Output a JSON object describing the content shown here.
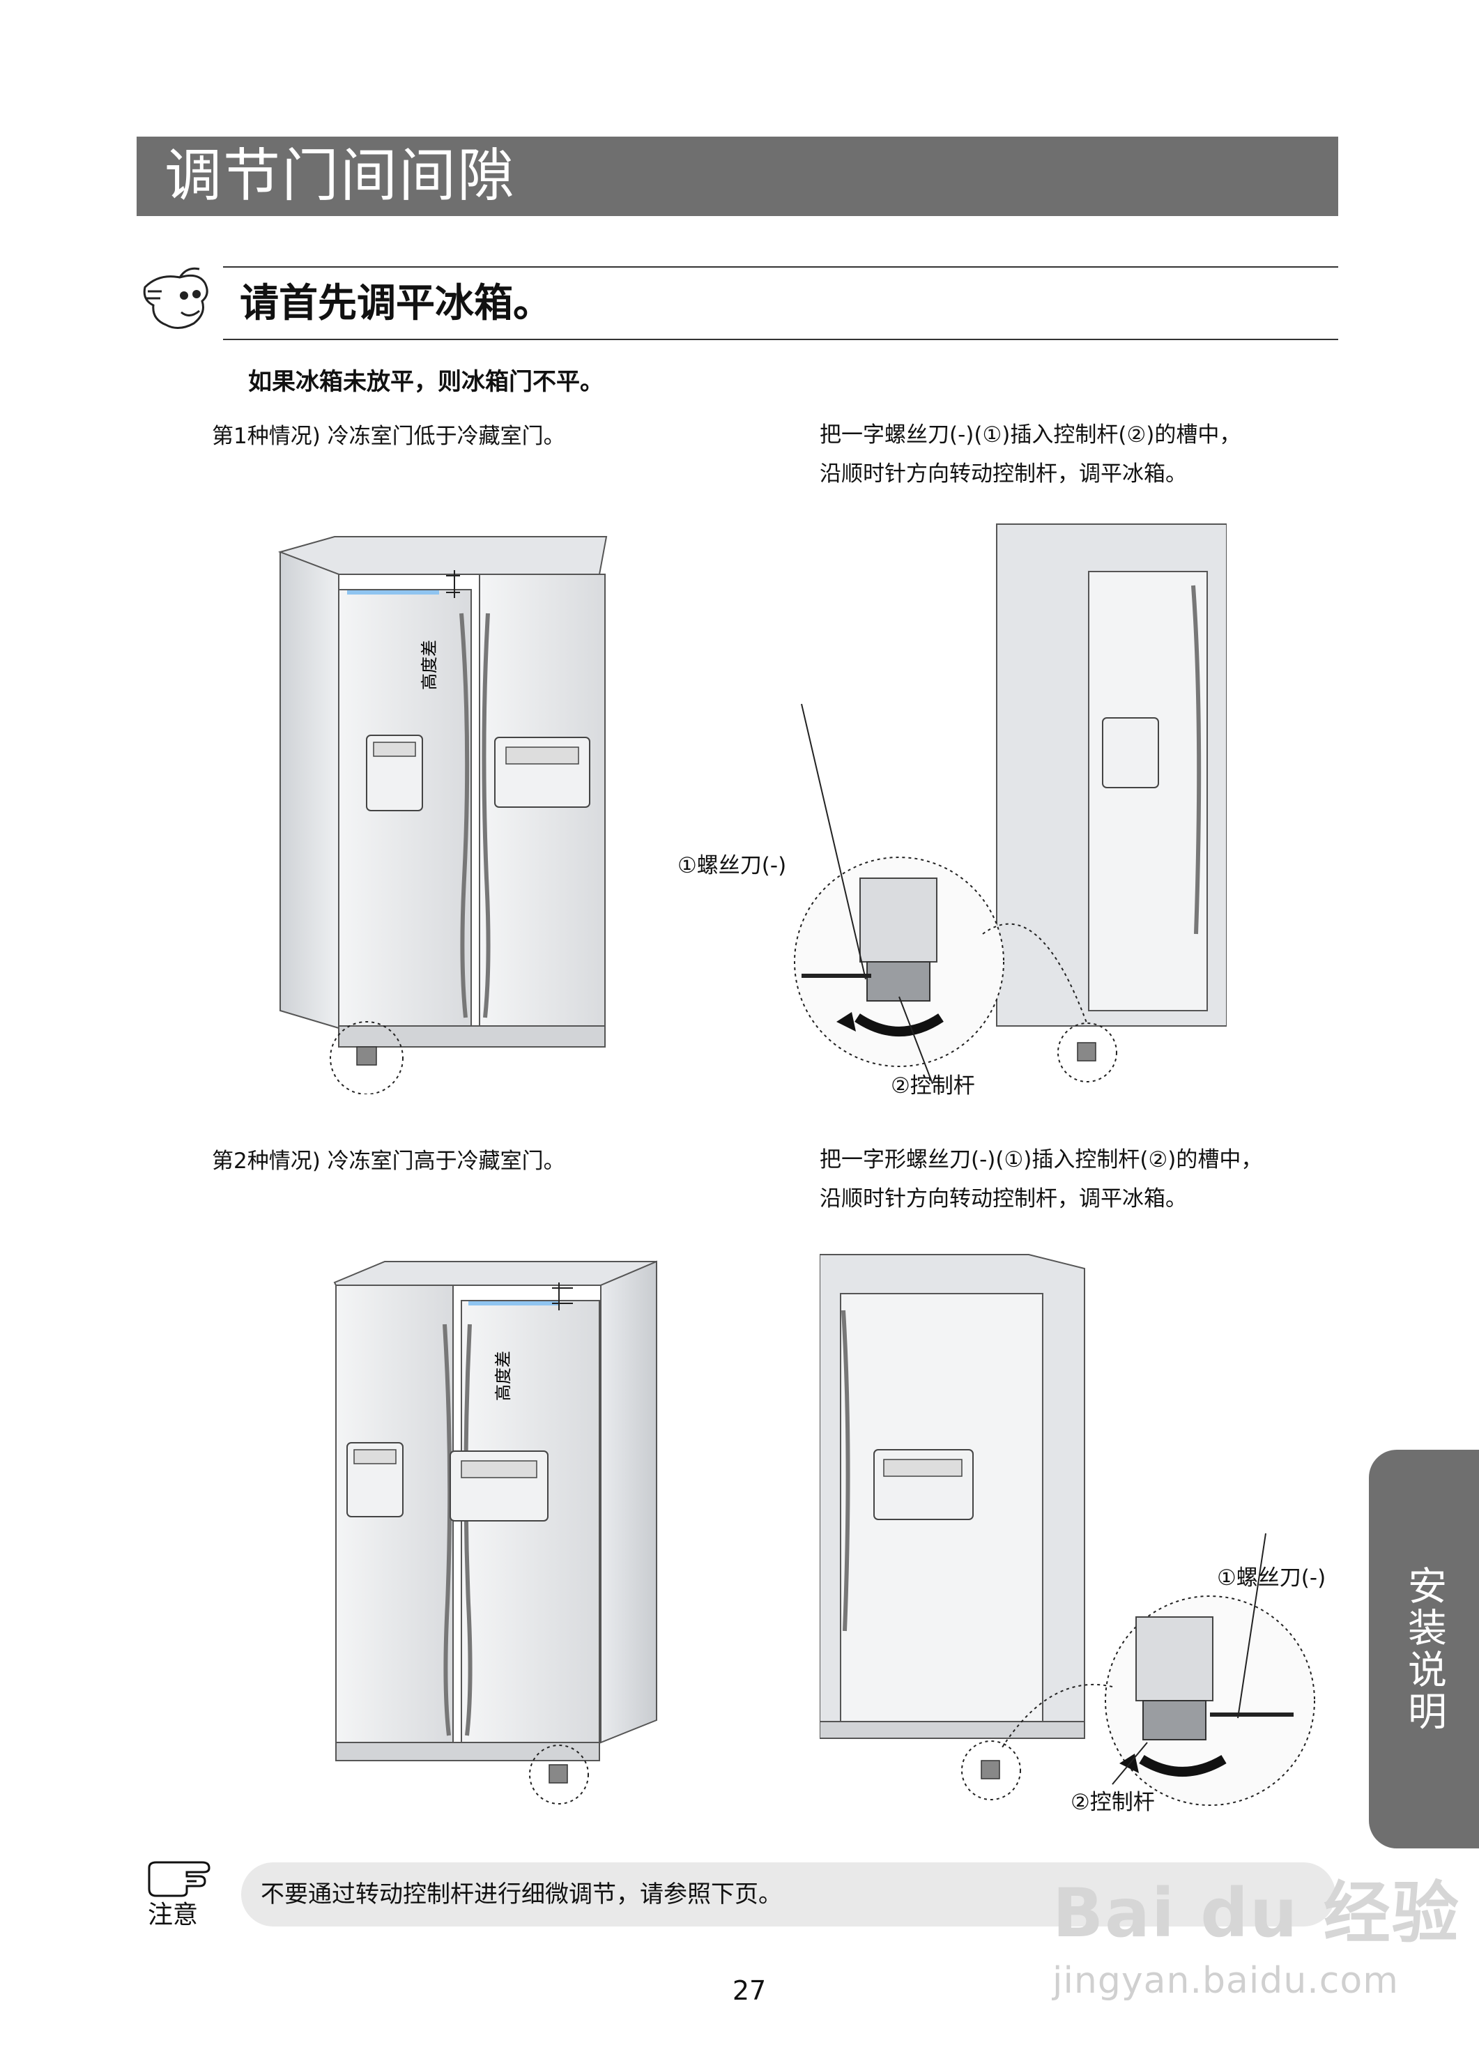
{
  "title": "调节门间间隙",
  "subtitle": "请首先调平冰箱。",
  "intro": "如果冰箱未放平，则冰箱门不平。",
  "case1": {
    "label": "第1种情况) 冷冻室门低于冷藏室门。",
    "instruction_line1": "把一字螺丝刀(-)(①)插入控制杆(②)的槽中，",
    "instruction_line2": "沿顺时针方向转动控制杆，调平冰箱。",
    "height_diff_label": "高度差",
    "callout_screwdriver": "①螺丝刀(-)",
    "callout_lever": "②控制杆"
  },
  "case2": {
    "label": "第2种情况) 冷冻室门高于冷藏室门。",
    "instruction_line1": "把一字形螺丝刀(-)(①)插入控制杆(②)的槽中，",
    "instruction_line2": "沿顺时针方向转动控制杆，调平冰箱。",
    "height_diff_label": "高度差",
    "callout_screwdriver": "①螺丝刀(-)",
    "callout_lever": "②控制杆"
  },
  "note": {
    "label": "注意",
    "text": "不要通过转动控制杆进行细微调节，请参照下页。"
  },
  "side_tab": "安装说明",
  "page_number": "27",
  "watermark": {
    "logo": "Bai du 经验",
    "url": "jingyan.baidu.com"
  }
}
